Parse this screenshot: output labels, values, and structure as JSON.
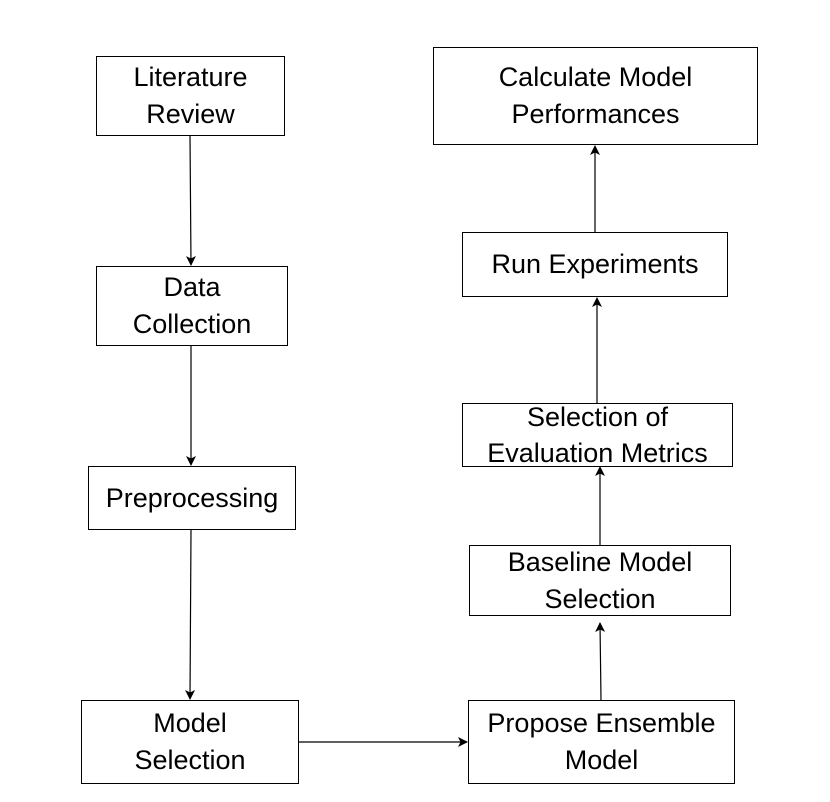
{
  "nodes": {
    "literature_review": "Literature\nReview",
    "data_collection": "Data\nCollection",
    "preprocessing": "Preprocessing",
    "model_selection": "Model\nSelection",
    "propose_ensemble": "Propose Ensemble\nModel",
    "baseline_selection": "Baseline Model\nSelection",
    "evaluation_metrics": "Selection of\nEvaluation Metrics",
    "run_experiments": "Run Experiments",
    "calculate_performance": "Calculate Model\nPerformances"
  },
  "edges": [
    {
      "from": "Literature Review",
      "to": "Data Collection"
    },
    {
      "from": "Data Collection",
      "to": "Preprocessing"
    },
    {
      "from": "Preprocessing",
      "to": "Model Selection"
    },
    {
      "from": "Model Selection",
      "to": "Propose Ensemble Model"
    },
    {
      "from": "Propose Ensemble Model",
      "to": "Baseline Model Selection"
    },
    {
      "from": "Baseline Model Selection",
      "to": "Selection of Evaluation Metrics"
    },
    {
      "from": "Selection of Evaluation Metrics",
      "to": "Run Experiments"
    },
    {
      "from": "Run Experiments",
      "to": "Calculate Model Performances"
    }
  ],
  "colors": {
    "stroke": "#000000",
    "background": "#ffffff"
  }
}
